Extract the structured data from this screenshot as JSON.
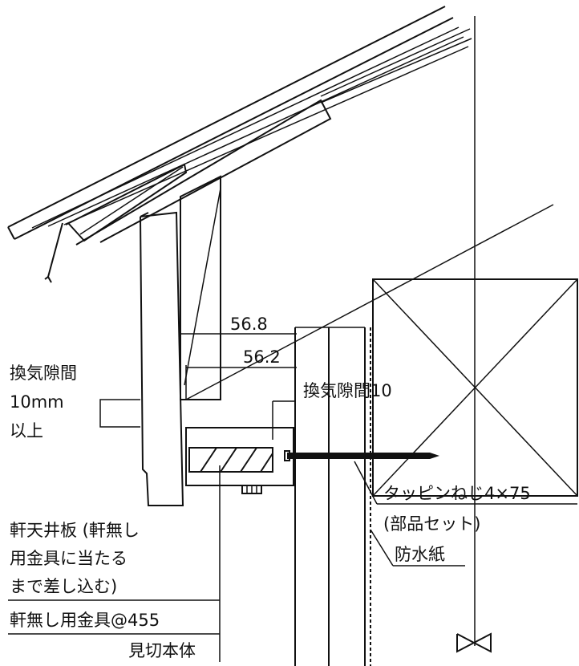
{
  "dimensions": {
    "top": "56.8",
    "second": "56.2"
  },
  "labels": {
    "vent_gap_left": [
      "換気隙間",
      "10mm",
      "以上"
    ],
    "vent_gap_right": "換気隙間10",
    "screw": [
      "タッピンねじ4×75",
      "(部品セット)"
    ],
    "waterproof": "防水紙",
    "ceiling_board": [
      "軒天井板 (軒無し",
      "用金具に当たる",
      "まで差し込む)"
    ],
    "bracket": "軒無し用金具@455",
    "cutoff_body": "見切本体"
  },
  "colors": {
    "ink": "#111111",
    "background": "#ffffff"
  }
}
